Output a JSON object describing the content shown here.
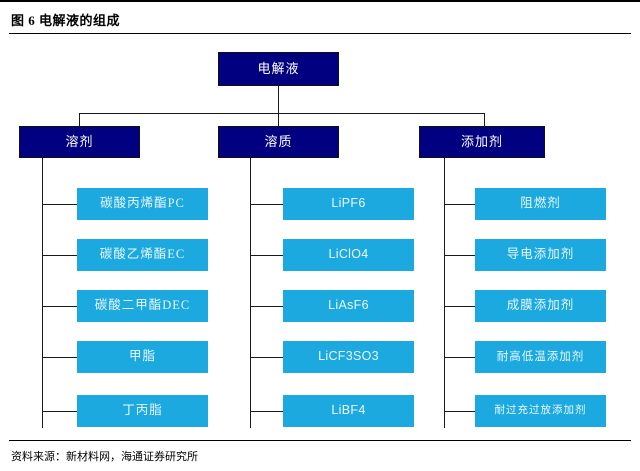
{
  "header": {
    "figure_label": "图 6",
    "title": "电解液的组成",
    "full_title": "图 6  电解液的组成"
  },
  "footer": {
    "source": "资料来源：新材料网，海通证券研究所"
  },
  "colors": {
    "root_fill": "#000080",
    "branch_fill": "#000080",
    "leaf_fill": "#1CA9E0",
    "root_text": "#ffffff",
    "leaf_text": "#eaf8ff",
    "line": "#1a1a1a",
    "rule": "#000000",
    "background": "#ffffff"
  },
  "chart_data": {
    "type": "diagram",
    "subtype": "tree-hierarchy",
    "title": "电解液的组成",
    "root": "电解液",
    "branches": [
      {
        "label": "溶剂",
        "children": [
          "碳酸丙烯酯PC",
          "碳酸乙烯酯EC",
          "碳酸二甲酯DEC",
          "甲脂",
          "丁丙脂"
        ]
      },
      {
        "label": "溶质",
        "children": [
          "LiPF6",
          "LiClO4",
          "LiAsF6",
          "LiCF3SO3",
          "LiBF4"
        ]
      },
      {
        "label": "添加剂",
        "children": [
          "阻燃剂",
          "导电添加剂",
          "成膜添加剂",
          "耐高低温添加剂",
          "耐过充过放添加剂"
        ]
      }
    ]
  },
  "diagram": {
    "root": {
      "label": "电解液"
    },
    "branches": [
      {
        "label": "溶剂"
      },
      {
        "label": "溶质"
      },
      {
        "label": "添加剂"
      }
    ],
    "leaves": {
      "solvent": [
        {
          "label": "碳酸丙烯酯PC"
        },
        {
          "label": "碳酸乙烯酯EC"
        },
        {
          "label": "碳酸二甲酯DEC"
        },
        {
          "label": "甲脂"
        },
        {
          "label": "丁丙脂"
        }
      ],
      "solute": [
        {
          "label": "LiPF6"
        },
        {
          "label": "LiClO4"
        },
        {
          "label": "LiAsF6"
        },
        {
          "label": "LiCF3SO3"
        },
        {
          "label": "LiBF4"
        }
      ],
      "additive": [
        {
          "label": "阻燃剂"
        },
        {
          "label": "导电添加剂"
        },
        {
          "label": "成膜添加剂"
        },
        {
          "label": "耐高低温添加剂"
        },
        {
          "label": "耐过充过放添加剂"
        }
      ]
    }
  }
}
